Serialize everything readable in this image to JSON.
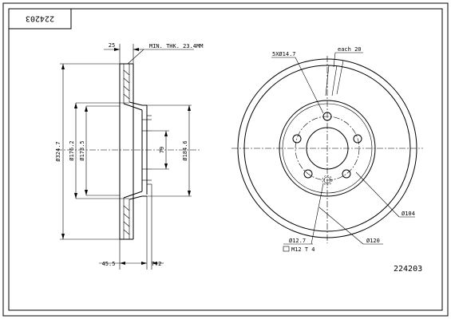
{
  "title_block": {
    "part_number_top": "224203",
    "part_number_bottom": "224203"
  },
  "side_view": {
    "width_top": "25",
    "min_thickness_note": "MIN. THK. 23.4MM",
    "outer_diameter": "Ø324.7",
    "hat_diameter": "Ø176.2",
    "inner_diameter": "Ø173.5",
    "height_note": "79",
    "hub_diameter": "Ø184.6",
    "overall_height": "45.5",
    "hub_thickness": "7.2"
  },
  "front_view": {
    "bolt_pattern": "5XØ14.7",
    "vent_note": "each 20",
    "pcd_note": "Ø104",
    "hole_diameter": "Ø12.7",
    "thread_note": "M12 T 4",
    "center_bore": "Ø120"
  }
}
